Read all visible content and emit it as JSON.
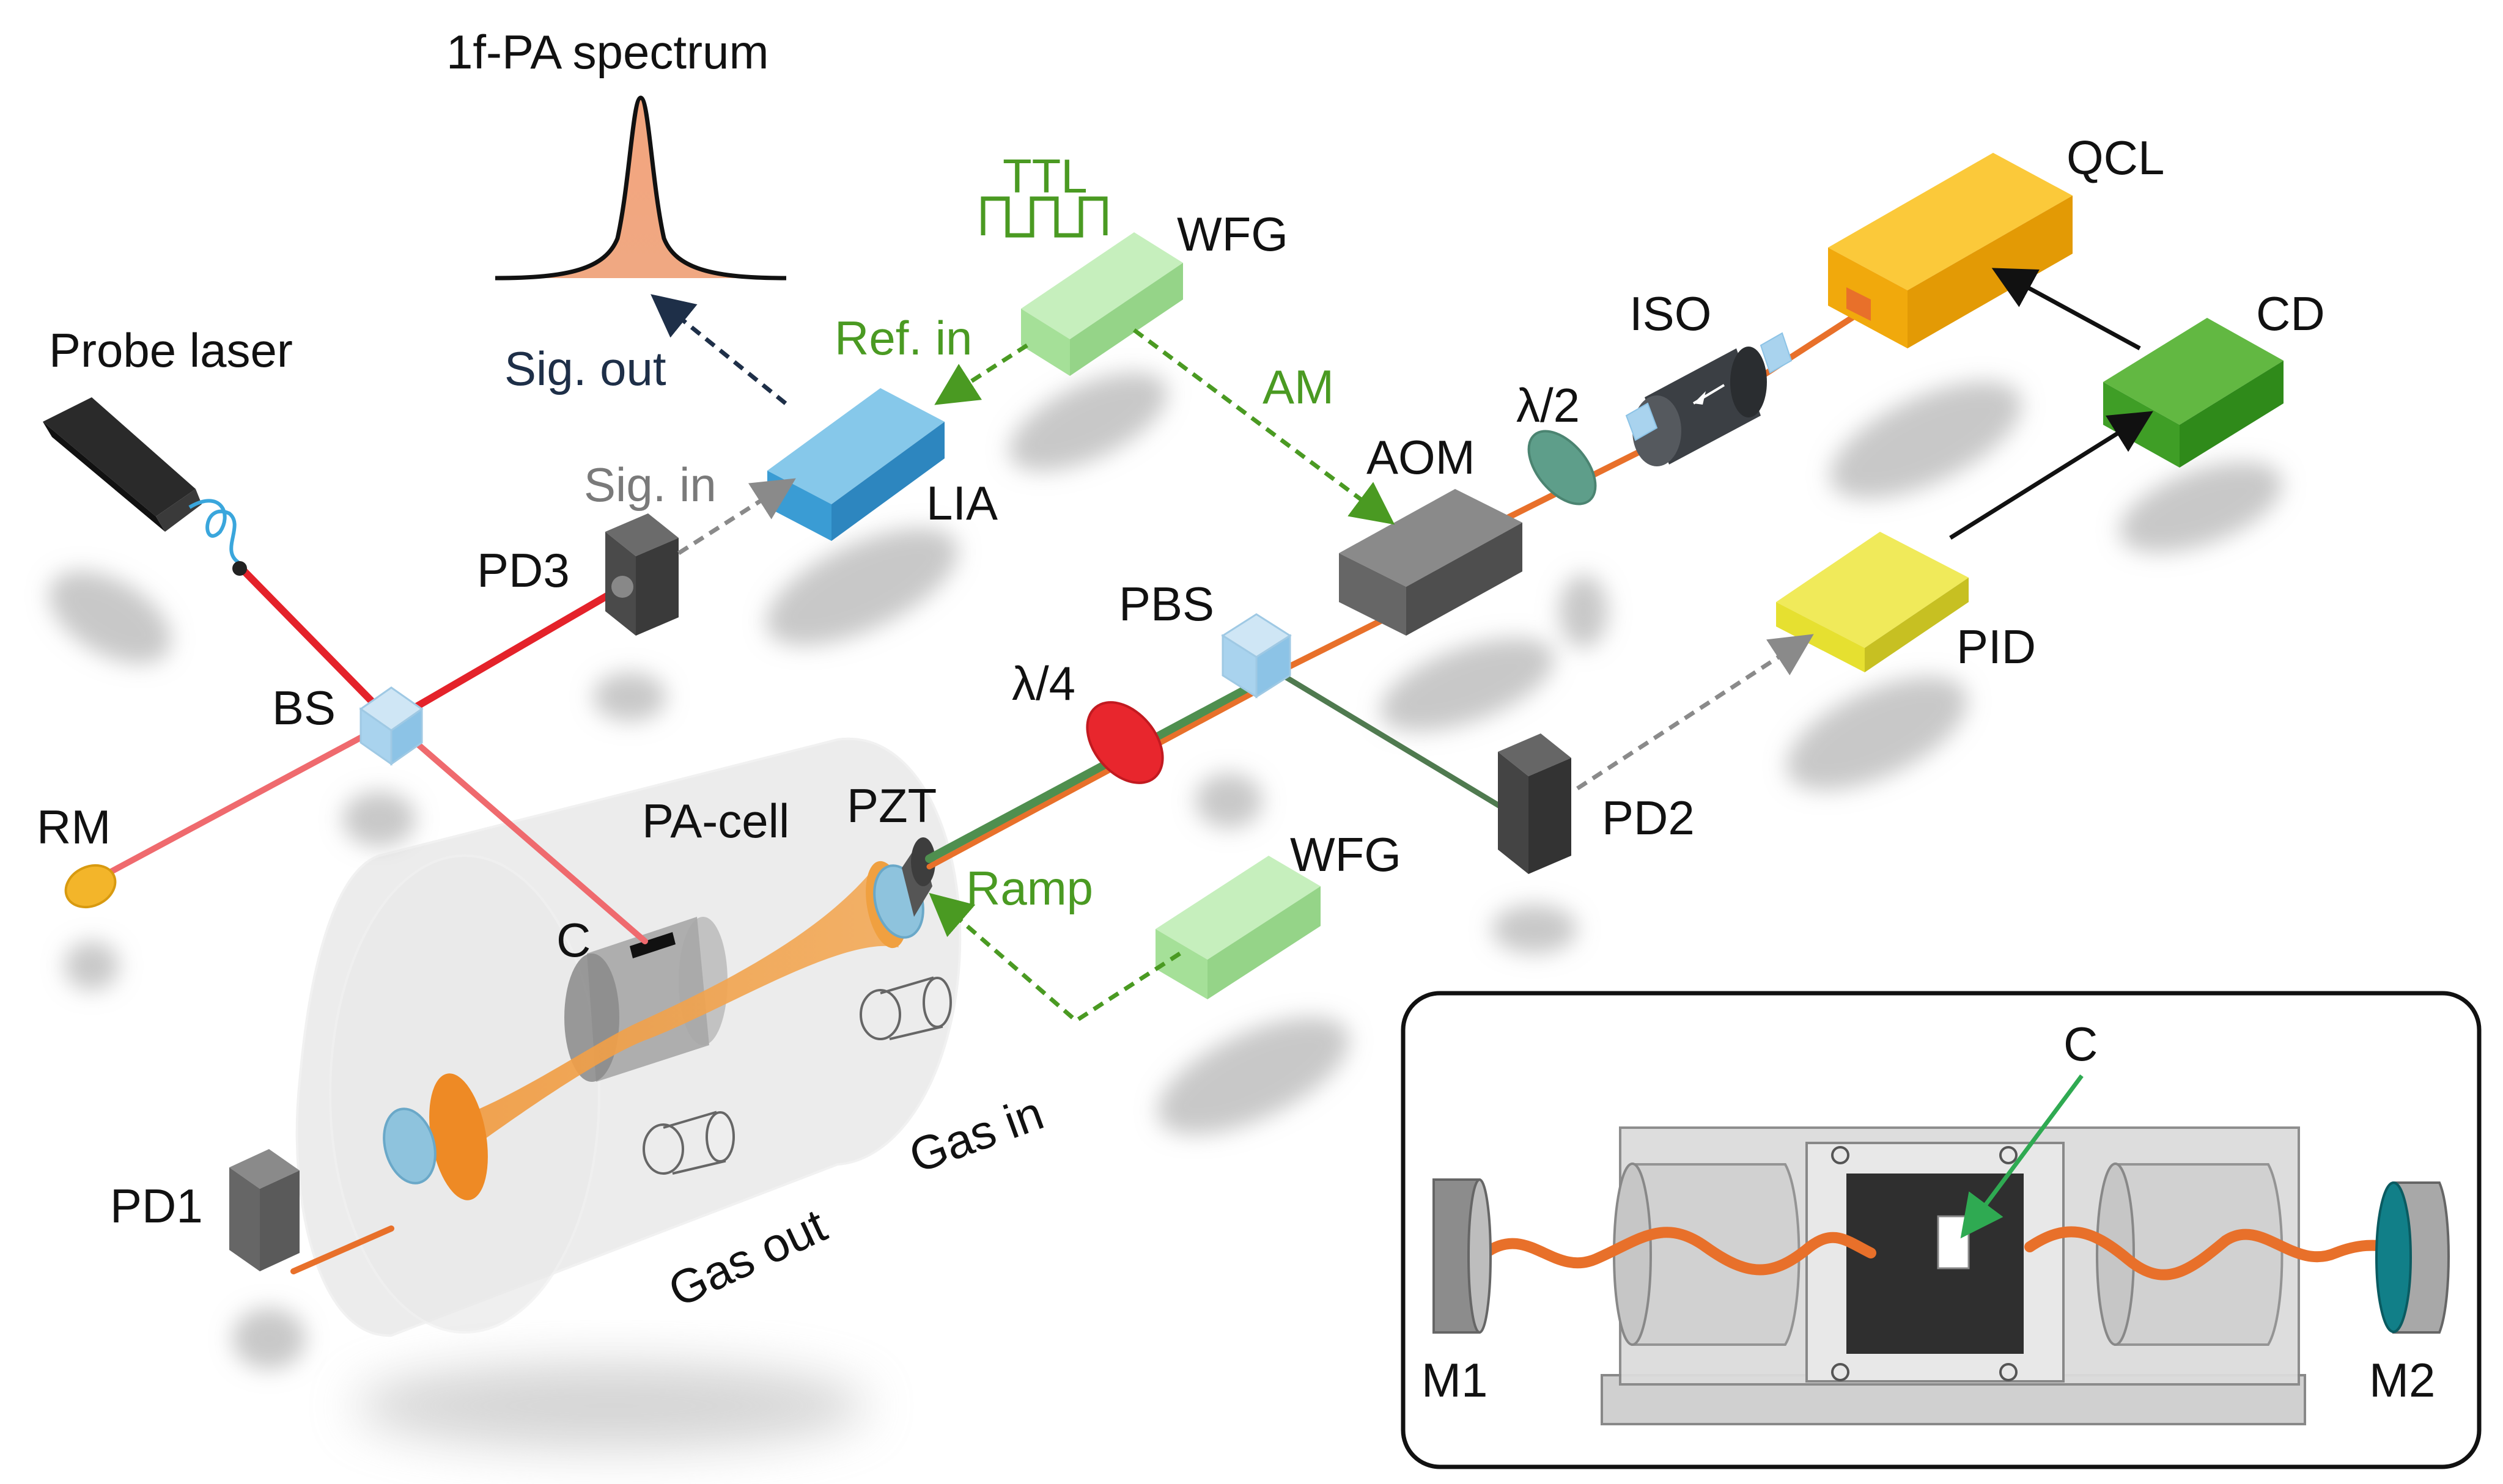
{
  "title": "1f-PA spectrum",
  "components": {
    "probe_laser": "Probe laser",
    "bs": "BS",
    "rm": "RM",
    "pd1": "PD1",
    "pd2": "PD2",
    "pd3": "PD3",
    "lia": "LIA",
    "wfg_top": "WFG",
    "wfg_bottom": "WFG",
    "aom": "AOM",
    "pbs": "PBS",
    "half_wave": "λ/2",
    "quarter_wave": "λ/4",
    "iso": "ISO",
    "qcl": "QCL",
    "cd": "CD",
    "pid": "PID",
    "pzt": "PZT",
    "pa_cell": "PA-cell",
    "c": "C",
    "gas_in": "Gas in",
    "gas_out": "Gas out"
  },
  "signals": {
    "sig_out": "Sig. out",
    "ref_in": "Ref. in",
    "ttl": "TTL",
    "am": "AM",
    "sig_in": "Sig. in",
    "ramp": "Ramp"
  },
  "inset": {
    "c": "C",
    "m1": "M1",
    "m2": "M2"
  },
  "colors": {
    "qcl_beam": "#e8702a",
    "probe_beam": "#e4222a",
    "probe_beam_light": "#ef6a6e",
    "signal_green": "#4a9a22",
    "signal_gray": "#8a8a8a",
    "signal_navy": "#1e2f48",
    "lia_blue": "#3aa6dc",
    "qcl_orange": "#f5ae0e",
    "cd_green": "#3f9e26",
    "pid_yellow": "#e6e030",
    "wfg_green": "#a8e49a"
  }
}
